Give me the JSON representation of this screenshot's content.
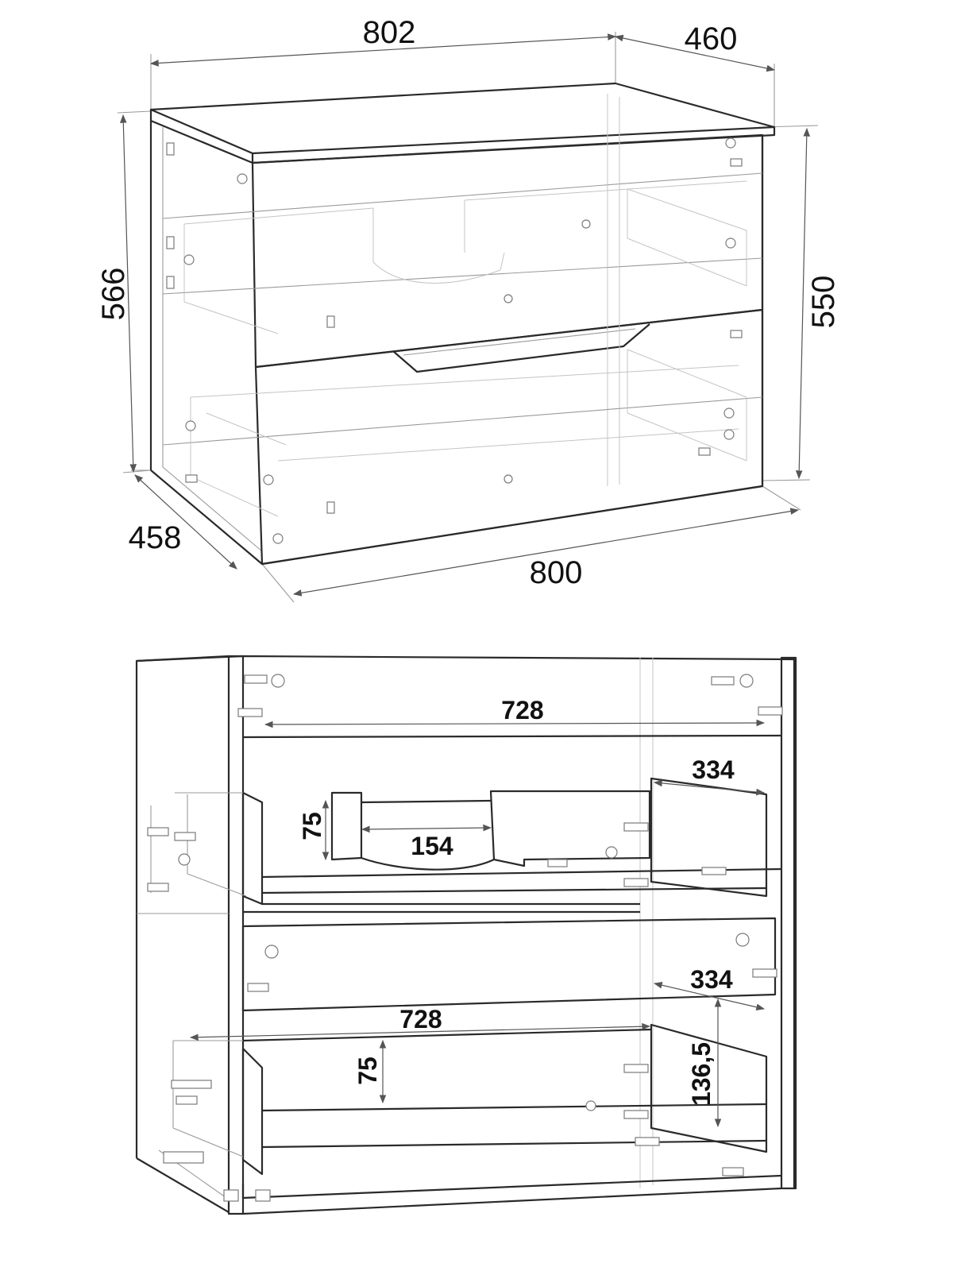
{
  "top_view": {
    "dimensions": {
      "width_top": "802",
      "depth_top": "460",
      "height_left": "566",
      "height_right": "550",
      "depth_bottom": "458",
      "width_bottom": "800"
    }
  },
  "bottom_view": {
    "dimensions": {
      "upper_inner_width": "728",
      "upper_drawer_depth": "334",
      "upper_side_height": "75",
      "cutout_width": "154",
      "lower_drawer_depth": "334",
      "lower_inner_width": "728",
      "lower_side_height": "75",
      "lower_drawer_height": "136,5"
    }
  }
}
